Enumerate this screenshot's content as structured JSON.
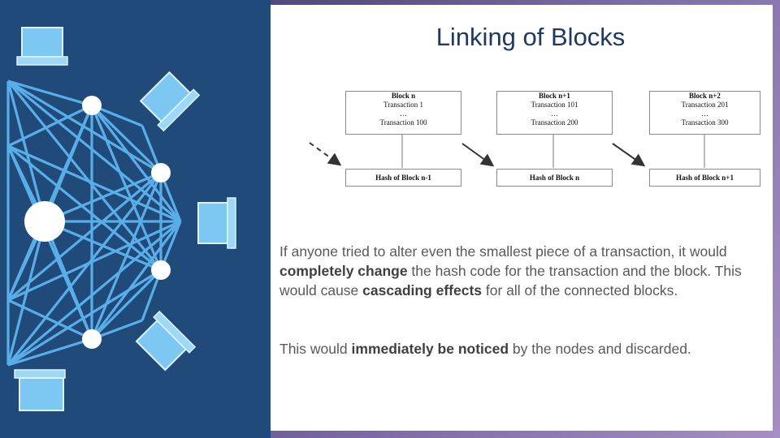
{
  "slide": {
    "title": "Linking of Blocks",
    "paragraph1": {
      "p1": "If anyone tried to alter even the smallest piece of a transaction, it would ",
      "b1": "completely change",
      "p2": " the hash code for the transaction and the block. This would cause ",
      "b2": "cascading effects",
      "p3": " for all of the connected blocks."
    },
    "paragraph2": {
      "p1": "This would ",
      "b1": "immediately be noticed",
      "p2": " by the nodes and discarded."
    }
  },
  "blocks": [
    {
      "title": "Block n",
      "tx_first": "Transaction 1",
      "ellipsis": "…",
      "tx_last": "Transaction 100",
      "hash": "Hash of Block n-1"
    },
    {
      "title": "Block n+1",
      "tx_first": "Transaction 101",
      "ellipsis": "…",
      "tx_last": "Transaction 200",
      "hash": "Hash of Block n"
    },
    {
      "title": "Block n+2",
      "tx_first": "Transaction 201",
      "ellipsis": "…",
      "tx_last": "Transaction 300",
      "hash": "Hash of Block n+1"
    }
  ],
  "network": {
    "panel_color": "#1f4a7a",
    "line_color": "#5aaee8",
    "laptop_color": "#7cc8f2",
    "node_color": "#ffffff",
    "laptop_icon": "laptop-icon",
    "node_icon": "node-circle"
  }
}
